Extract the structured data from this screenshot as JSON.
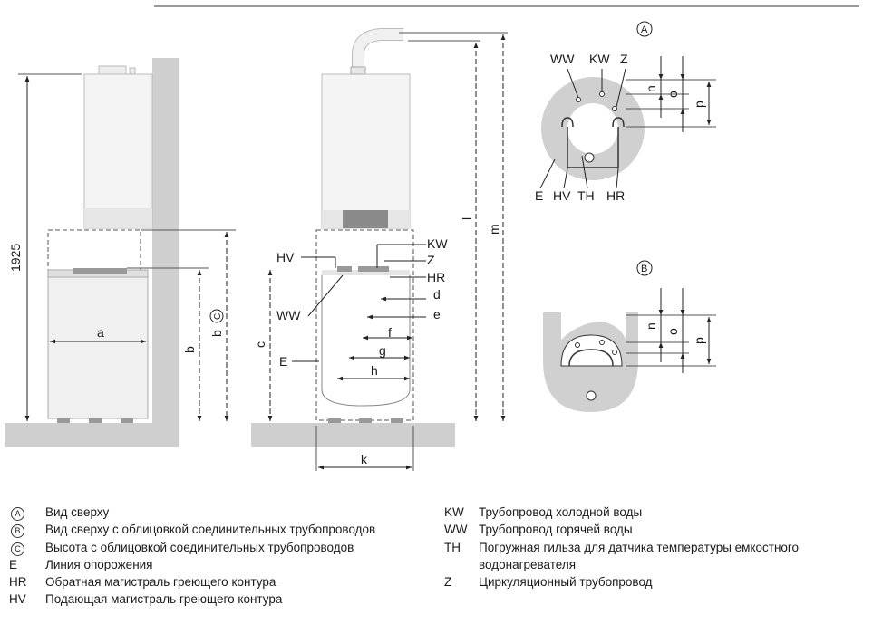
{
  "labels": {
    "dim_1925": "1925",
    "a": "a",
    "b": "b",
    "bC": "b",
    "C": "C",
    "c": "c",
    "d": "d",
    "e": "e",
    "f": "f",
    "g": "g",
    "h": "h",
    "k": "k",
    "l": "l",
    "m": "m",
    "HV": "HV",
    "WW": "WW",
    "E": "E",
    "KW": "KW",
    "Z": "Z",
    "HR": "HR",
    "TH": "TH",
    "n": "n",
    "o": "o",
    "p": "p",
    "A": "A",
    "B": "B"
  },
  "legend_left": [
    {
      "key": "A",
      "circled": true,
      "text": "Вид сверху"
    },
    {
      "key": "B",
      "circled": true,
      "text": "Вид сверху с облицовкой соединительных трубопроводов"
    },
    {
      "key": "C",
      "circled": true,
      "text": "Высота с облицовкой соединительных трубопроводов"
    },
    {
      "key": "E",
      "circled": false,
      "text": "Линия опорожения"
    },
    {
      "key": "HR",
      "circled": false,
      "text": "Обратная магистраль греющего контура"
    },
    {
      "key": "HV",
      "circled": false,
      "text": "Подающая магистраль греющего контура"
    }
  ],
  "legend_right": [
    {
      "key": "KW",
      "text": "Трубопровод холодной воды"
    },
    {
      "key": "WW",
      "text": "Трубопровод горячей воды"
    },
    {
      "key": "TH",
      "text": "Погружная гильза для датчика температуры емкостного водонагревателя"
    },
    {
      "key": "Z",
      "text": "Циркуляционный трубопровод"
    }
  ]
}
